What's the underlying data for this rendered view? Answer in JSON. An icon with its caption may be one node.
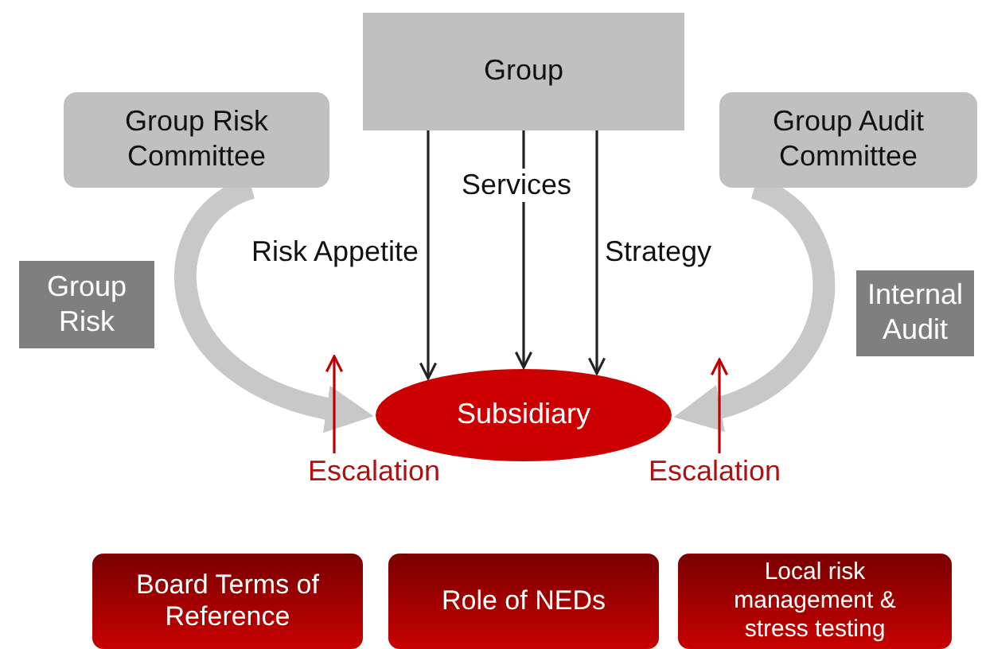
{
  "diagram": {
    "nodes": [
      {
        "text": [
          "Group"
        ]
      },
      {
        "text": [
          "Group Risk Committee"
        ]
      },
      {
        "text": [
          "Group Audit Committee"
        ]
      },
      {
        "text": [
          "Group Risk"
        ]
      },
      {
        "text": [
          "Internal Audit"
        ]
      },
      {
        "text": [
          "Subsidiary"
        ]
      },
      {
        "text": [
          "Board Terms of Reference"
        ]
      },
      {
        "text": [
          "Role of NEDs"
        ]
      },
      {
        "text": [
          "Local risk management & stress testing"
        ]
      },
      {
        "text": [
          "Escalation"
        ]
      },
      {
        "text": [
          "Escalation"
        ]
      }
    ],
    "edges": [
      {
        "from": 0,
        "to": 5,
        "arrow": "to",
        "label": "Risk Appetite"
      },
      {
        "from": 0,
        "to": 5,
        "arrow": "to",
        "label": "Services"
      },
      {
        "from": 0,
        "to": 5,
        "arrow": "to",
        "label": "Strategy"
      },
      {
        "from": 9,
        "to": null,
        "arrow": "to",
        "color": "#c00000"
      },
      {
        "from": 10,
        "to": null,
        "arrow": "to",
        "color": "#c00000"
      },
      {
        "from": 1,
        "to": 5,
        "arrow": "to",
        "style": "thick",
        "color": "#c8c8c8"
      },
      {
        "from": 2,
        "to": 5,
        "arrow": "to",
        "style": "thick",
        "color": "#c8c8c8"
      }
    ]
  }
}
